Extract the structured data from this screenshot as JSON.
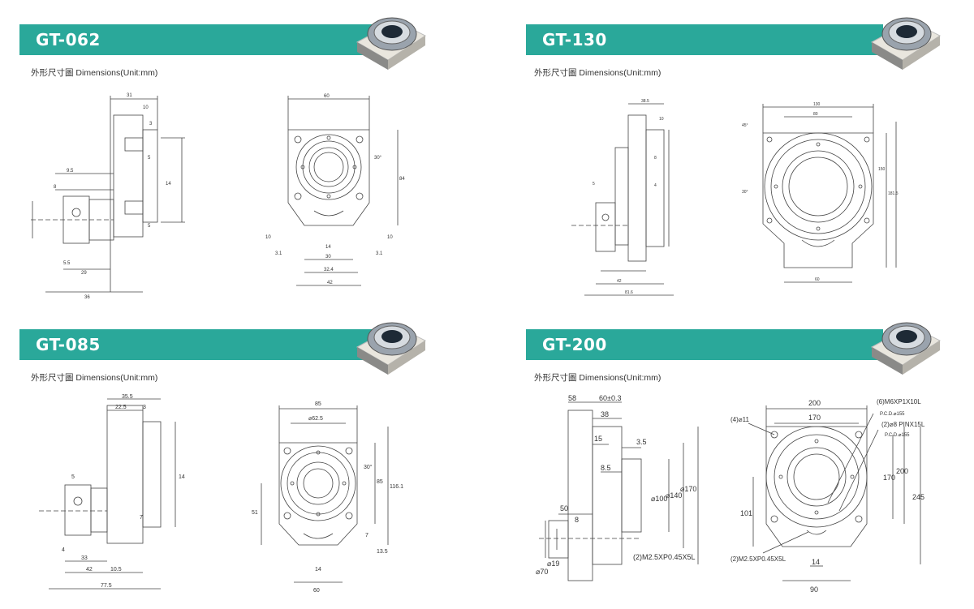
{
  "subtitle": "外形尺寸圖 Dimensions(Unit:mm)",
  "colors": {
    "banner": "#2aa89a",
    "line": "#444444"
  },
  "panels": [
    {
      "model": "GT-062",
      "side": {
        "dims": [
          "31",
          "10",
          "3",
          "9.5",
          "8",
          "5",
          "5",
          "5.5",
          "29",
          "36",
          "14"
        ]
      },
      "front": {
        "dims": [
          "60",
          "30°",
          "84",
          "30",
          "32.4",
          "42",
          "10",
          "10",
          "14",
          "3.1",
          "3.1"
        ]
      }
    },
    {
      "model": "GT-130",
      "side": {
        "dims": [
          "38.5",
          "10",
          "8",
          "4",
          "5",
          "42",
          "81.6"
        ]
      },
      "front": {
        "dims": [
          "130",
          "80",
          "30°",
          "45°",
          "181.5",
          "150",
          "60"
        ]
      }
    },
    {
      "model": "GT-085",
      "side": {
        "dims": [
          "35.5",
          "22.5",
          "3",
          "5",
          "7",
          "4",
          "33",
          "42",
          "10.5",
          "77.5",
          "14"
        ]
      },
      "front": {
        "dims": [
          "85",
          "⌀62.5",
          "30°",
          "85",
          "116.1",
          "51",
          "7",
          "13.5",
          "14",
          "60"
        ]
      }
    },
    {
      "model": "GT-200",
      "side": {
        "dims": [
          "58",
          "60±0.3",
          "38",
          "15",
          "3.5",
          "8.5",
          "50",
          "8",
          "⌀70",
          "⌀19",
          "⌀100",
          "⌀140",
          "⌀170",
          "(2)M2.5XP0.45X5L"
        ]
      },
      "front": {
        "dims": [
          "200",
          "170",
          "(4)⌀11",
          "(6)M6XP1X10L",
          "P.C.D.⌀155",
          "(2)⌀8 PINX15L",
          "P.C.D.⌀155",
          "170",
          "200",
          "245",
          "101",
          "(2)M2.5XP0.45X5L",
          "14",
          "90"
        ]
      }
    }
  ]
}
